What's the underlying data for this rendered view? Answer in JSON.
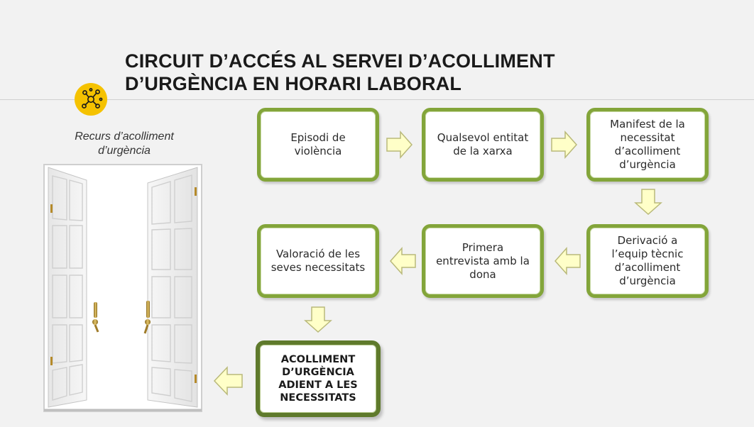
{
  "title": {
    "line1": "CIRCUIT D’ACCÉS AL SERVEI D’ACOLLIMENT",
    "line2": "D’URGÈNCIA EN HORARI LABORAL"
  },
  "badge_icon": "network-hub-icon",
  "caption": {
    "line1": "Recurs d’acolliment",
    "line2": "d’urgència"
  },
  "image": "open-double-door",
  "colors": {
    "box_border": "#83a53a",
    "final_border": "#5f7a2c",
    "arrow_fill": "#ffffc8",
    "arrow_stroke": "#b9b97a",
    "badge": "#f5c200"
  },
  "steps": [
    {
      "id": "episodi",
      "lines": [
        "Episodi de",
        "violència"
      ]
    },
    {
      "id": "entitat",
      "lines": [
        "Qualsevol entitat",
        "de la xarxa"
      ]
    },
    {
      "id": "manifest",
      "lines": [
        "Manifest de la",
        "necessitat",
        "d’acolliment",
        "d’urgència"
      ]
    },
    {
      "id": "derivacio",
      "lines": [
        "Derivació a",
        "l’equip tècnic",
        "d’acolliment",
        "d’urgència"
      ]
    },
    {
      "id": "entrevista",
      "lines": [
        "Primera",
        "entrevista amb la",
        "dona"
      ]
    },
    {
      "id": "valoracio",
      "lines": [
        "Valoració de les",
        "seves necessitats"
      ]
    },
    {
      "id": "final",
      "lines": [
        "ACOLLIMENT",
        "D’URGÈNCIA",
        "ADIENT A LES",
        "NECESSITATS"
      ]
    }
  ]
}
